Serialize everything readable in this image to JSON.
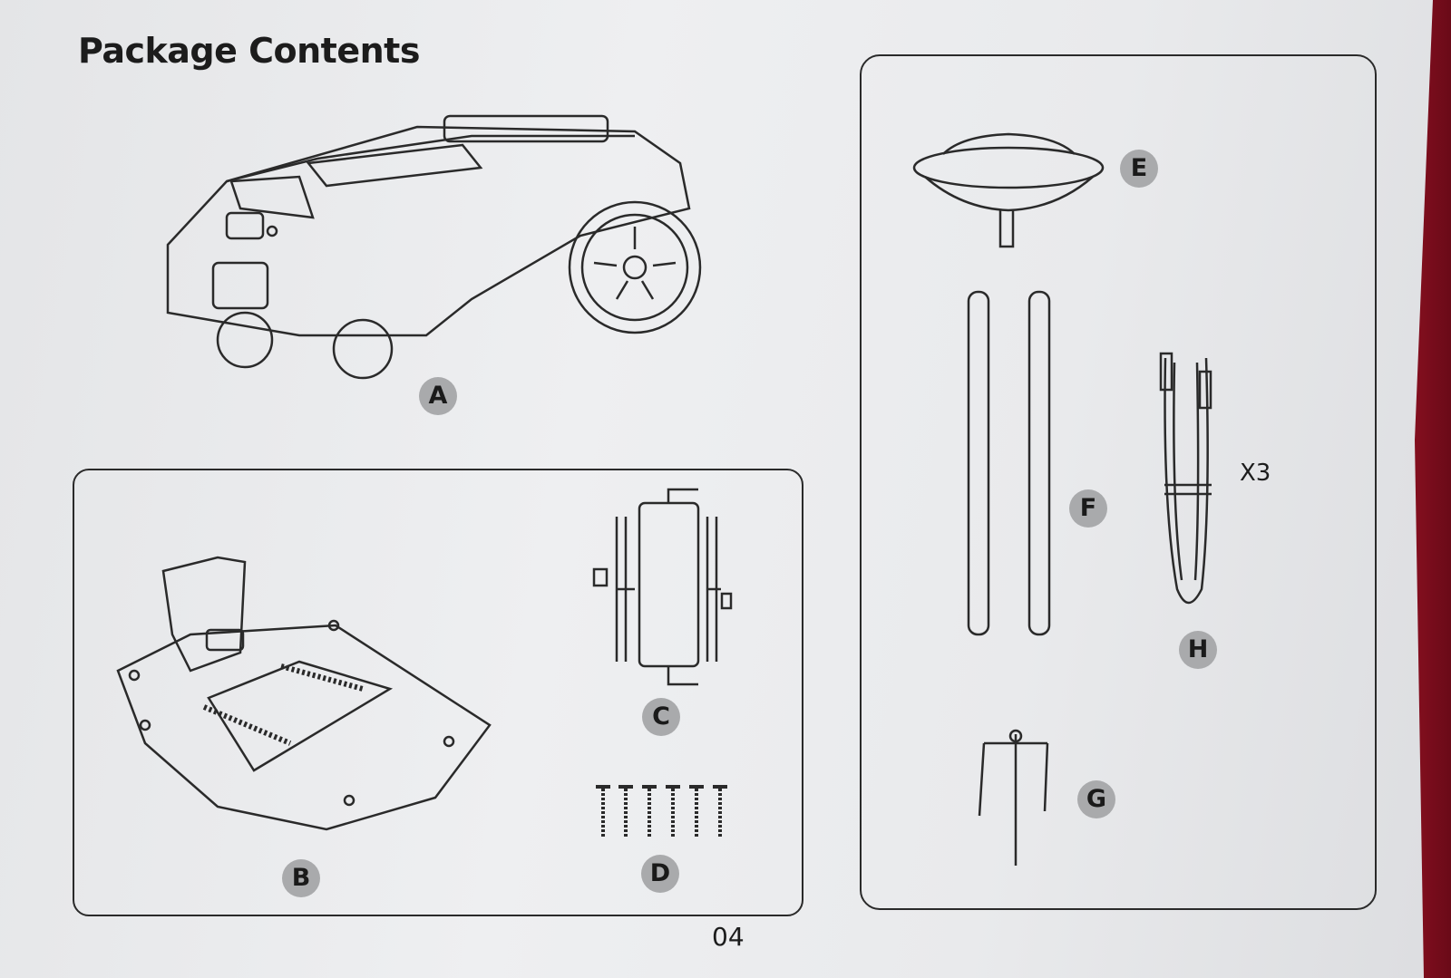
{
  "page": {
    "title": "Package Contents",
    "page_number": "04",
    "items": [
      {
        "label": "A"
      },
      {
        "label": "B"
      },
      {
        "label": "C"
      },
      {
        "label": "D"
      },
      {
        "label": "E"
      },
      {
        "label": "F"
      },
      {
        "label": "G"
      },
      {
        "label": "H",
        "quantity": "X3"
      }
    ]
  }
}
